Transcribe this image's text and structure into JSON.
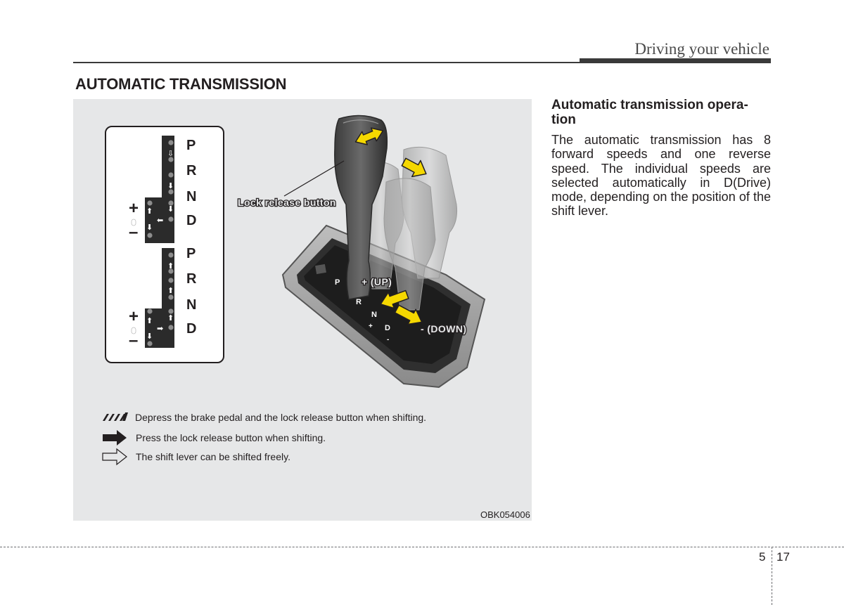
{
  "header": {
    "section": "Driving your vehicle"
  },
  "title": "AUTOMATIC TRANSMISSION",
  "figure": {
    "gates": {
      "p": "P",
      "r": "R",
      "n": "N",
      "d": "D",
      "plus": "+",
      "minus": "–"
    },
    "callouts": {
      "lock_release": "Lock release button",
      "up": "+ (UP)",
      "down": "- (DOWN)"
    },
    "console_marks": {
      "p": "P",
      "r": "R",
      "n": "N",
      "d": "D",
      "plus": "+",
      "minus": "-"
    },
    "legend": [
      {
        "icon": "brake-pedal-arrow-icon",
        "text": "Depress the brake pedal and the lock release button when shifting."
      },
      {
        "icon": "solid-arrow-icon",
        "text": "Press the lock release button when shifting."
      },
      {
        "icon": "outline-arrow-icon",
        "text": "The shift lever can be shifted freely."
      }
    ],
    "code": "OBK054006"
  },
  "body": {
    "heading": "Automatic transmission opera-tion",
    "text": "The automatic transmission has 8 forward speeds and one reverse speed. The individual speeds are selected automatically in D(Drive) mode, depending on the position of the shift lever."
  },
  "footer": {
    "chapter": "5",
    "page": "17"
  },
  "colors": {
    "figure_bg": "#e6e7e8",
    "arrow_yellow": "#f5d800",
    "text": "#231f20",
    "rule": "#3a3a3a"
  }
}
